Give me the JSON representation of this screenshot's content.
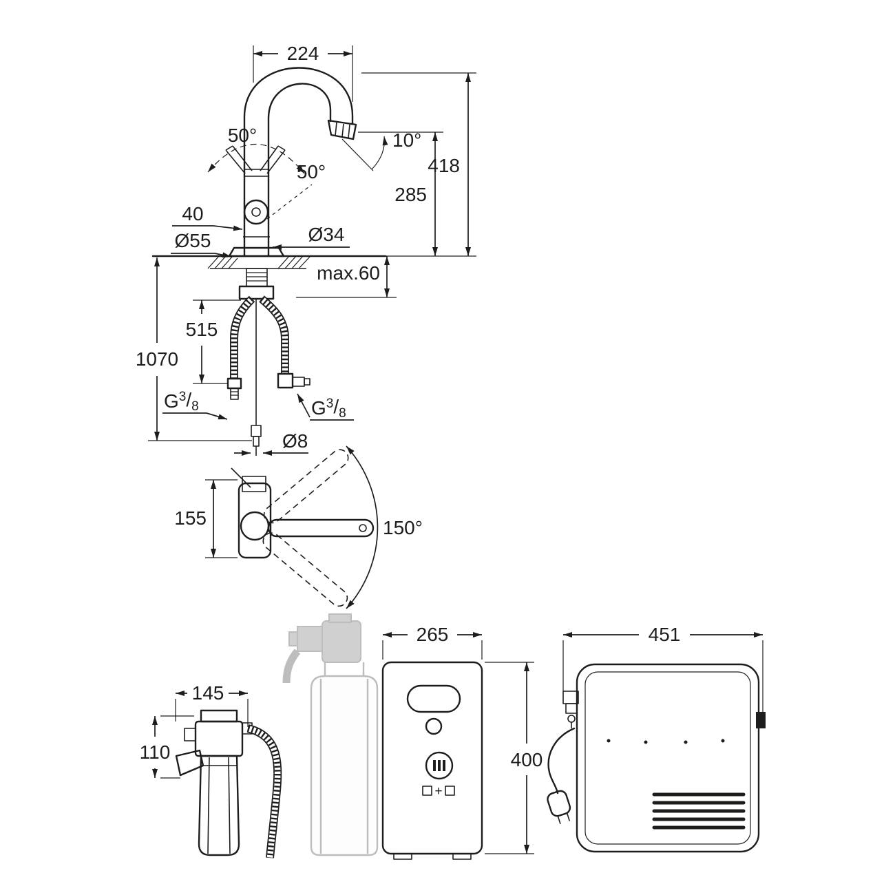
{
  "front_view": {
    "spout_reach": "224",
    "handle_angle_left": "50°",
    "handle_angle_right": "50°",
    "spout_angle": "10°",
    "total_height": "418",
    "outlet_height": "285",
    "handle_offset": "40",
    "base_diameter": "Ø55",
    "body_diameter": "Ø34",
    "max_counter": "max.60",
    "hose_length_short": "515",
    "hose_length_long": "1070",
    "capillary_diameter": "Ø8",
    "thread_left": {
      "g": "G",
      "sup": "3",
      "slash": "/",
      "sub": "8"
    },
    "thread_right": {
      "g": "G",
      "sup": "3",
      "slash": "/",
      "sub": "8"
    }
  },
  "top_view": {
    "body_depth": "155",
    "swivel_angle": "150°"
  },
  "units_view": {
    "filter_width": "145",
    "filter_bracket_height": "110",
    "cooler_width": "265",
    "cooler_height": "400",
    "reserve_unit_width": "451",
    "cooler_plus": "+"
  },
  "colors": {
    "line": "#1d1d1b",
    "faded_component": "#c6c6c6",
    "background": "#ffffff"
  }
}
